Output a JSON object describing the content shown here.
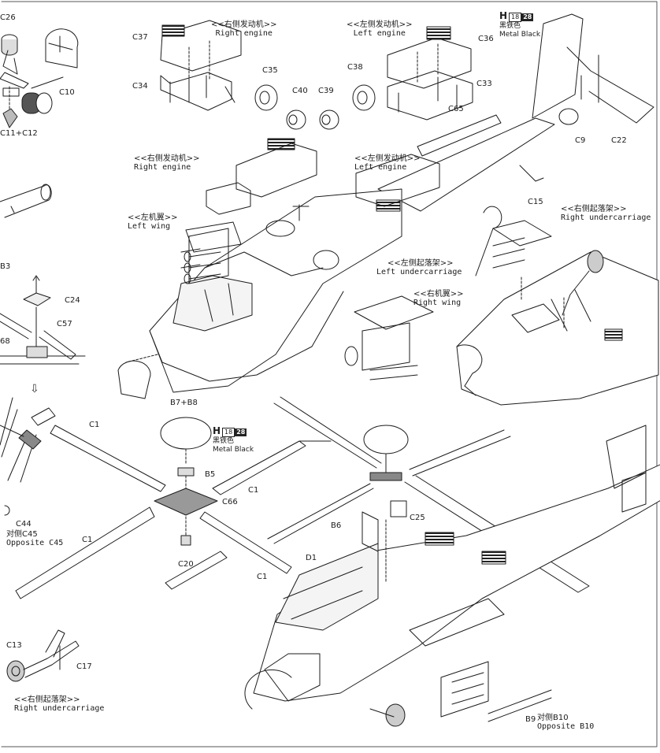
{
  "labels": {
    "c37_right_engine": {
      "cn": "<<右侧发动机>>",
      "en": "Right engine"
    },
    "c36_left_engine": {
      "cn": "<<左侧发动机>>",
      "en": "Left engine"
    },
    "mid_right_engine": {
      "cn": "<<右侧发动机>>",
      "en": "Right engine"
    },
    "mid_left_engine": {
      "cn": "<<左侧发动机>>",
      "en": "Left engine"
    },
    "left_wing": {
      "cn": "<<左机翼>>",
      "en": "Left wing"
    },
    "right_wing": {
      "cn": "<<右机翼>>",
      "en": "Right wing"
    },
    "left_undercarriage": {
      "cn": "<<左侧起落架>>",
      "en": "Left undercarriage"
    },
    "right_undercarriage_top": {
      "cn": "<<右侧起落架>>",
      "en": "Right undercarriage"
    },
    "right_undercarriage_bottom": {
      "cn": "<<右侧起落架>>",
      "en": "Right undercarriage"
    }
  },
  "color_callouts": {
    "top": {
      "letter": "H",
      "n1": "18",
      "n2": "28",
      "cn": "黑铁色",
      "en": "Metal Black"
    },
    "rotor": {
      "letter": "H",
      "n1": "18",
      "n2": "28",
      "cn": "黑铁色",
      "en": "Metal Black"
    }
  },
  "parts": {
    "c26": "C26",
    "c10": "C10",
    "c11c12": "C11+C12",
    "b3": "B3",
    "c24": "C24",
    "c57": "C57",
    "b68": "68",
    "c37": "C37",
    "c34": "C34",
    "c35": "C35",
    "c40": "C40",
    "c39": "C39",
    "c38": "C38",
    "c36": "C36",
    "c33": "C33",
    "c65": "C65",
    "c9": "C9",
    "c22": "C22",
    "c15": "C15",
    "b7b8": "B7+B8",
    "c1_top": "C1",
    "b5": "B5",
    "c1_right": "C1",
    "c66": "C66",
    "c1_left": "C1",
    "c20": "C20",
    "c1_bottom": "C1",
    "c44": "C44",
    "c45_cn": "对侧C45",
    "c45_en": "Opposite C45",
    "c13": "C13",
    "c17": "C17",
    "b6": "B6",
    "c25": "C25",
    "d1": "D1",
    "b9": "B9",
    "b10_cn": "对侧B10",
    "b10_en": "Opposite B10"
  },
  "colors": {
    "ink": "#1c1c1c",
    "paper": "#ffffff",
    "shade": "#8a8a8a"
  }
}
